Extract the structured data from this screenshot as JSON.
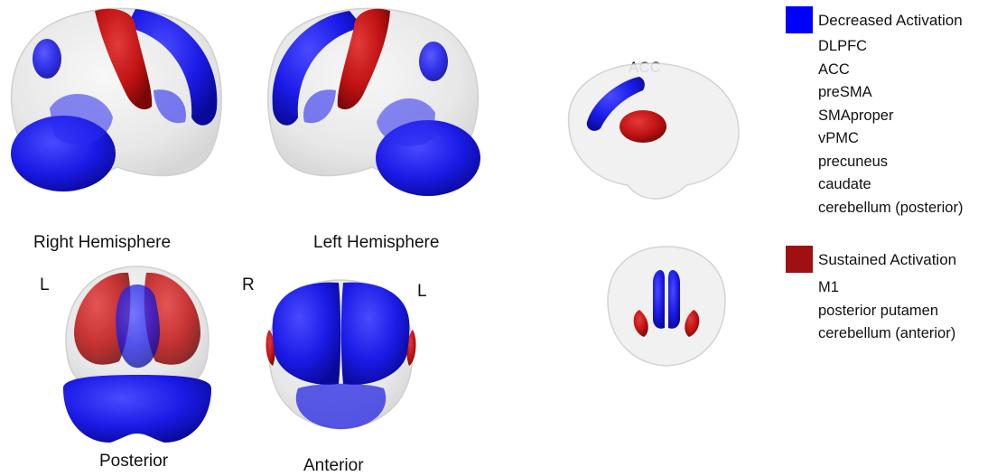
{
  "views": [
    {
      "caption": "Right Hemisphere"
    },
    {
      "caption": "Left Hemisphere"
    },
    {
      "caption": "Posterior"
    },
    {
      "caption": "Anterior"
    }
  ],
  "orientation_labels": {
    "posterior_left": "L",
    "anterior_right": "R",
    "anterior_left": "L"
  },
  "sagittal_label": "ACC",
  "legend": {
    "decreased": {
      "title": "Decreased Activation",
      "color": "#0000ff",
      "regions": [
        "DLPFC",
        "ACC",
        "preSMA",
        "SMAproper",
        "vPMC",
        "precuneus",
        "caudate",
        "cerebellum (posterior)"
      ]
    },
    "sustained": {
      "title": "Sustained Activation",
      "color": "#a01010",
      "regions": [
        "M1",
        "posterior putamen",
        "cerebellum (anterior)"
      ]
    }
  },
  "colors": {
    "brain_fill": "#e6e6e6",
    "brain_edge": "#c4c4c4",
    "blue": "#1c1ce0",
    "red": "#c41414"
  }
}
